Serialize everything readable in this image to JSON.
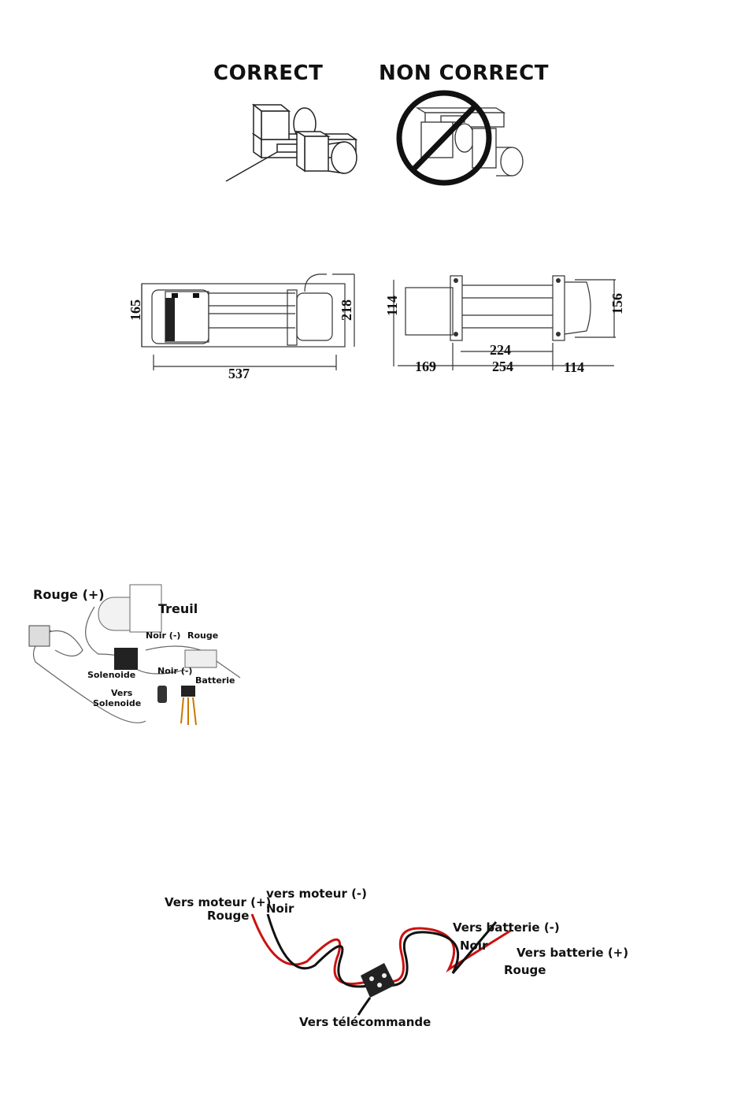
{
  "mounting": {
    "correct_label": "CORRECT",
    "incorrect_label": "NON CORRECT"
  },
  "dimensions": {
    "side": {
      "length": "537",
      "height_left": "165",
      "height_right": "218"
    },
    "top": {
      "left_h": "114",
      "right_h": "156",
      "inner": "224",
      "spacing": "254",
      "left_w": "169",
      "right_w": "114"
    }
  },
  "wiring": {
    "rouge_plus": "Rouge (+)",
    "treuil": "Treuil",
    "noir_minus_1": "Noir (-)",
    "rouge": "Rouge",
    "noir_minus_2": "Noir (-)",
    "batterie": "Batterie",
    "solenoide": "Solenoide",
    "vers_solenoide_1": "Vers",
    "vers_solenoide_2": "Solenoide"
  },
  "harness": {
    "vers_moteur_plus": "Vers moteur (+)",
    "rouge_left": "Rouge",
    "vers_moteur_minus": "vers moteur (-)",
    "noir_left": "Noir",
    "vers_batterie_minus": "Vers batterie (-)",
    "noir_right": "Noir",
    "vers_batterie_plus": "Vers batterie (+)",
    "rouge_right": "Rouge",
    "vers_telecommande": "Vers télécommande"
  }
}
